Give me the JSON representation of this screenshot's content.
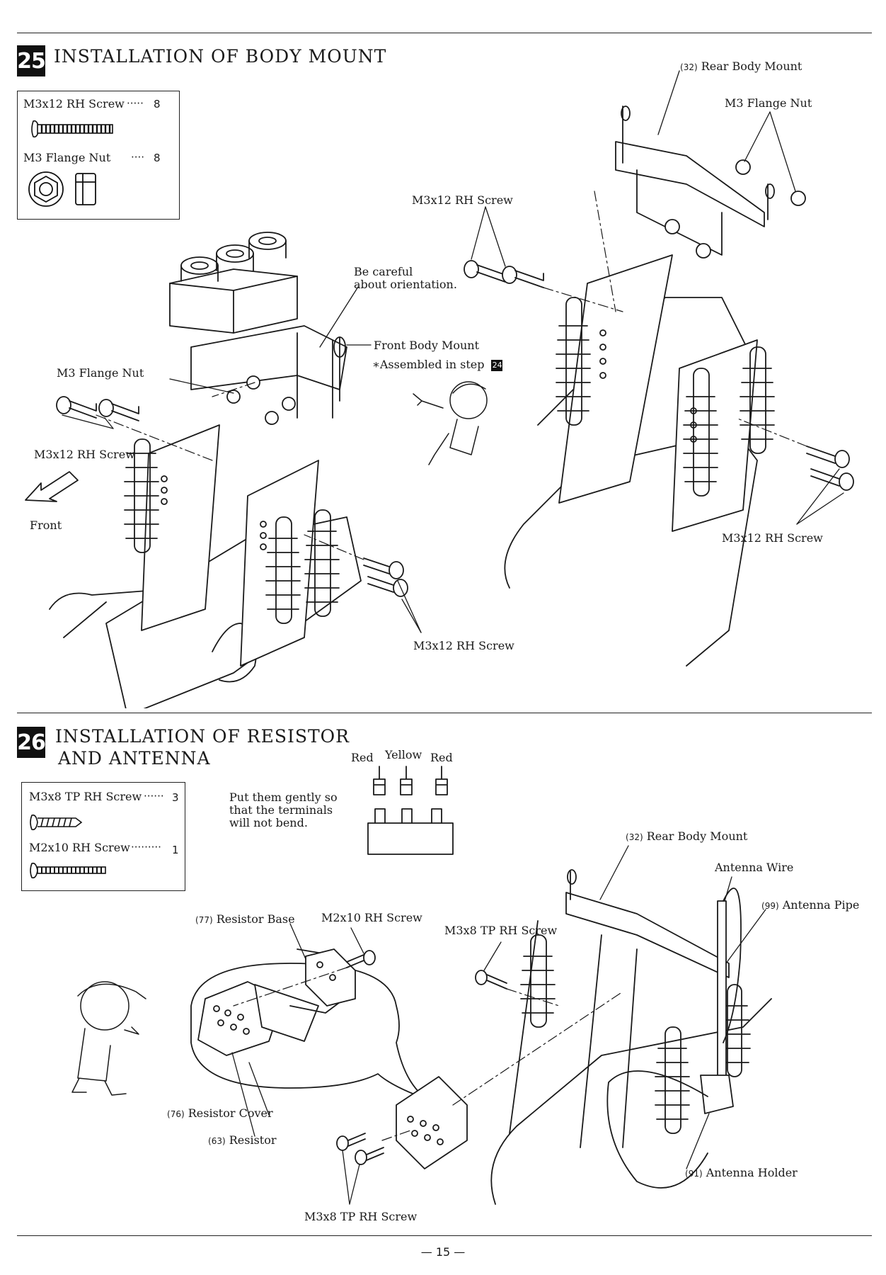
{
  "page_number": "— 15 —",
  "step25": {
    "number": "25",
    "title": "INSTALLATION OF BODY MOUNT",
    "parts": [
      {
        "name": "M3x12 RH Screw",
        "dots": "·····",
        "qty": "8"
      },
      {
        "name": "M3 Flange Nut",
        "dots": "····",
        "qty": "8"
      }
    ],
    "labels": {
      "rear_body_mount_num": "32",
      "rear_body_mount": "Rear Body Mount",
      "m3_flange_nut_right": "M3 Flange Nut",
      "m3x12_top": "M3x12 RH Screw",
      "be_careful": "Be careful",
      "about_orientation": "about orientation.",
      "front_body_mount": "Front Body Mount",
      "assembled_in_step": "∗Assembled in step",
      "assembled_step_ref": "24",
      "m3_flange_nut_left": "M3 Flange Nut",
      "m3x12_left": "M3x12 RH Screw",
      "front": "Front",
      "m3x12_bottom": "M3x12 RH Screw",
      "m3x12_right": "M3x12 RH Screw"
    }
  },
  "step26": {
    "number": "26",
    "title_line1": "INSTALLATION OF RESISTOR",
    "title_line2": "AND ANTENNA",
    "parts": [
      {
        "name": "M3x8 TP RH Screw",
        "dots": "······",
        "qty": "3"
      },
      {
        "name": "M2x10 RH Screw",
        "dots": "·········",
        "qty": "1"
      }
    ],
    "note_lines": [
      "Put them gently so",
      "that the terminals",
      "will not bend."
    ],
    "wire_colors": [
      "Red",
      "Yellow",
      "Red"
    ],
    "labels": {
      "rear_body_mount_num": "32",
      "rear_body_mount": "Rear Body Mount",
      "antenna_wire": "Antenna Wire",
      "antenna_pipe_num": "99",
      "antenna_pipe": "Antenna Pipe",
      "resistor_base_num": "77",
      "resistor_base": "Resistor Base",
      "m2x10": "M2x10 RH Screw",
      "m3x8_top": "M3x8 TP RH Screw",
      "resistor_cover_num": "76",
      "resistor_cover": "Resistor Cover",
      "resistor_num": "63",
      "resistor": "Resistor",
      "antenna_holder_num": "91",
      "antenna_holder": "Antenna Holder",
      "m3x8_bottom": "M3x8 TP RH Screw"
    }
  }
}
